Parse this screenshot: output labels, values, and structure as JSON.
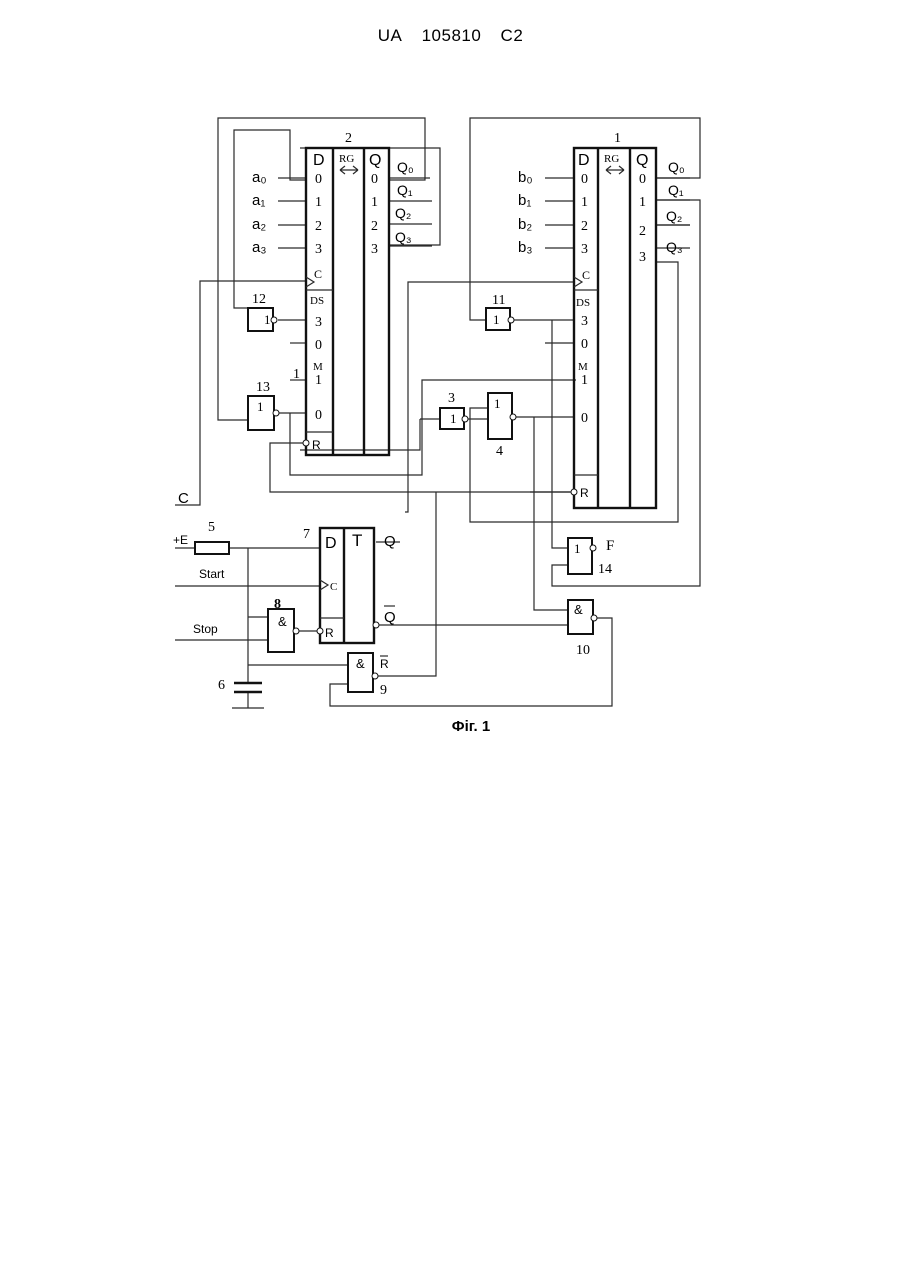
{
  "header": {
    "office": "UA",
    "number": "105810",
    "kind": "C2"
  },
  "caption": "Фіг. 1",
  "labels": {
    "reg2_num": "2",
    "reg1_num": "1",
    "col_d": "D",
    "col_rg": "RG",
    "col_q": "Q",
    "in_c": "C",
    "in_ds": "DS",
    "in_m": "M",
    "in_r": "R",
    "a0": "a₀",
    "a1": "a₁",
    "a2": "a₂",
    "a3": "a₃",
    "b0": "b₀",
    "b1": "b₁",
    "b2": "b₂",
    "b3": "b₃",
    "q0": "Q₀",
    "q1": "Q₁",
    "q2": "Q₂",
    "q3": "Q₃",
    "d0": "0",
    "d1": "1",
    "d2": "2",
    "d3": "3",
    "ds3": "3",
    "ds0": "0",
    "m1": "1",
    "m0": "0",
    "m_const": "1",
    "clock_c": "C",
    "or_sym": "1",
    "and_sym": "&",
    "g3": "3",
    "g4": "4",
    "g5": "5",
    "g6": "6",
    "g7": "7",
    "g8": "8",
    "g9": "9",
    "g10": "10",
    "g11": "11",
    "g12": "12",
    "g13": "13",
    "g14": "14",
    "out_f": "F",
    "power": "+E",
    "start": "Start",
    "stop": "Stop",
    "t_d": "D",
    "t_t": "T",
    "t_c": "C",
    "t_r": "R",
    "t_q": "Q",
    "t_qbar": "Q",
    "rbar": "R"
  }
}
